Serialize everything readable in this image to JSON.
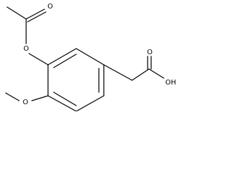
{
  "molecule": {
    "atom_labels": {
      "ester_carbonyl_oxygen": "O",
      "ester_oxygen": "O",
      "methoxy_oxygen": "O",
      "acid_carbonyl_oxygen": "O",
      "acid_hydroxyl": "OH"
    }
  },
  "colors": {
    "bond": "#000000",
    "text": "#000000",
    "background": "#ffffff"
  }
}
